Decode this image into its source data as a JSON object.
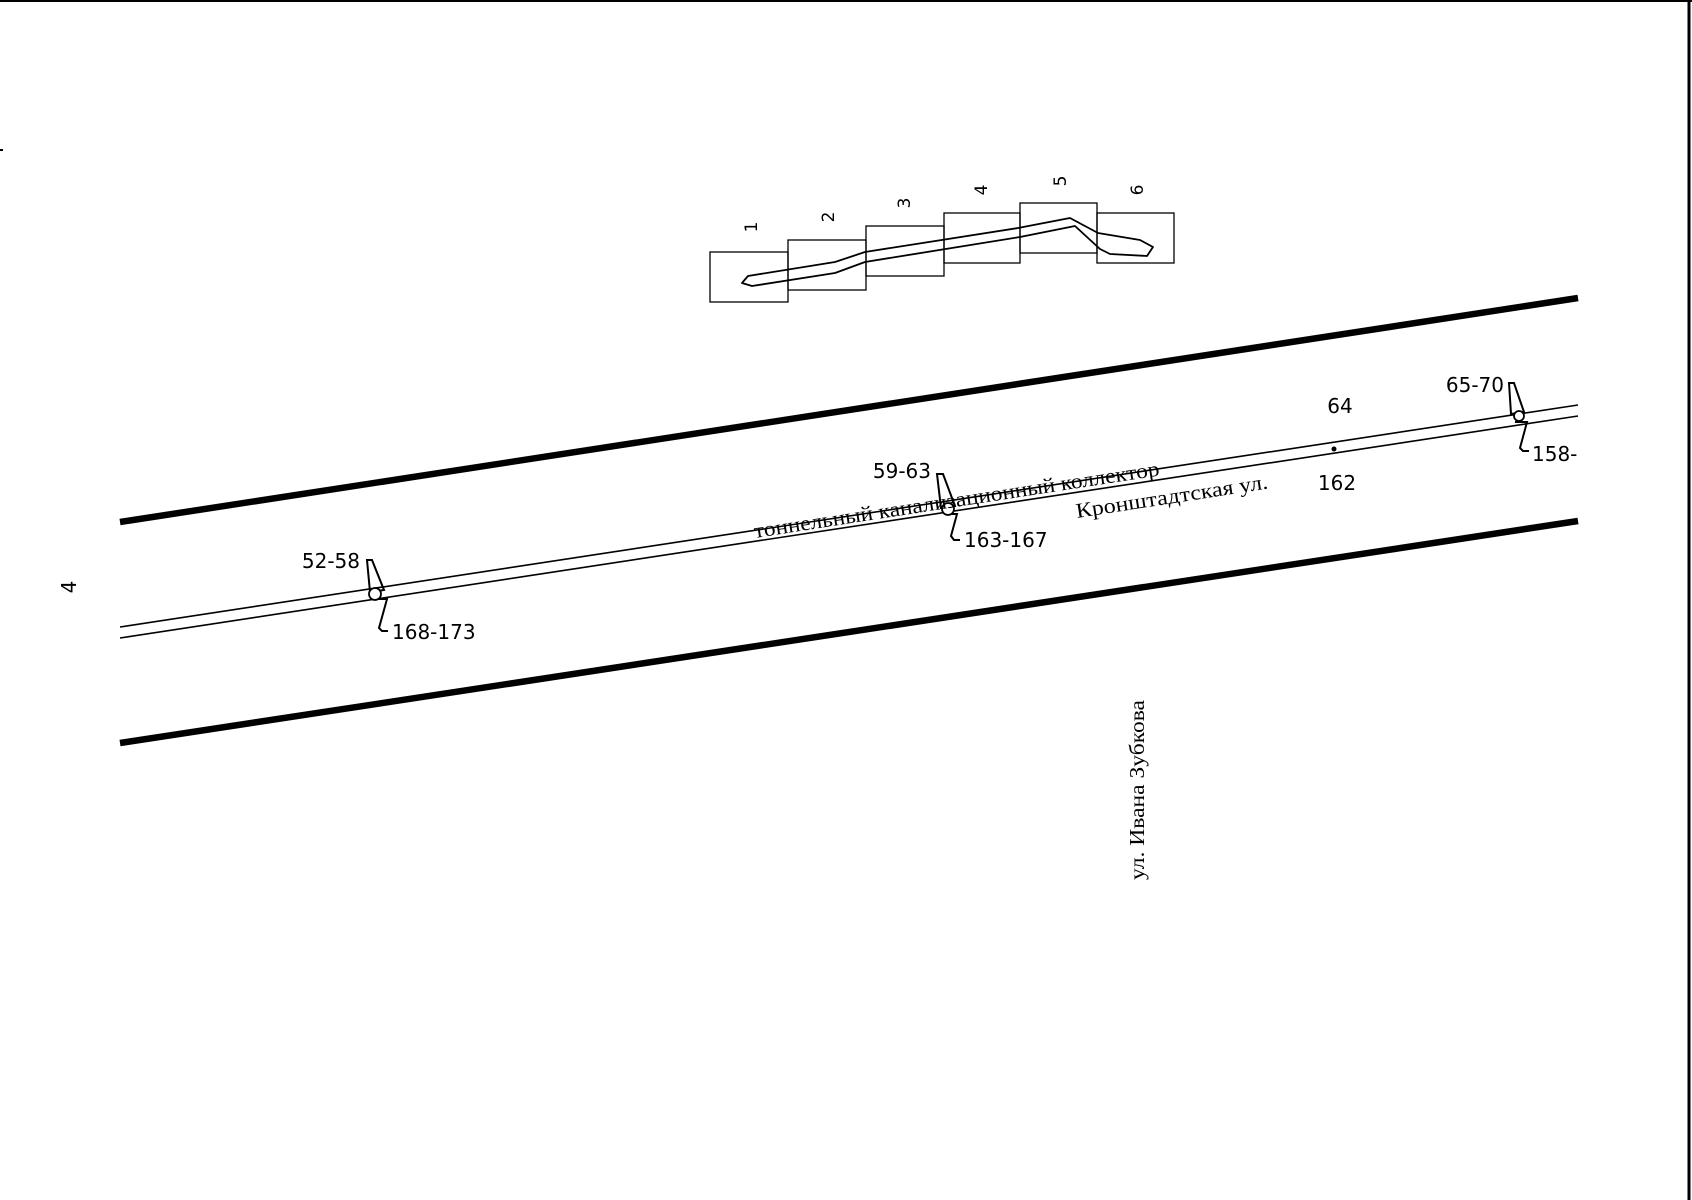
{
  "sheet": {
    "page_number": "4",
    "colors": {
      "ink": "#000000",
      "paper": "#ffffff"
    }
  },
  "index_map": {
    "sheets": [
      "1",
      "2",
      "3",
      "4",
      "5",
      "6"
    ]
  },
  "labels": {
    "collector": "тоннельный канализационный коллектор",
    "main_street": "Кронштадтская  ул.",
    "cross_street": "ул. Ивана Зубкова"
  },
  "wells": [
    {
      "top": "52-58",
      "bottom": "168-173"
    },
    {
      "top": "59-63",
      "bottom": "163-167"
    },
    {
      "top": "64",
      "bottom": "162"
    },
    {
      "top": "65-70",
      "bottom": "158-"
    }
  ]
}
